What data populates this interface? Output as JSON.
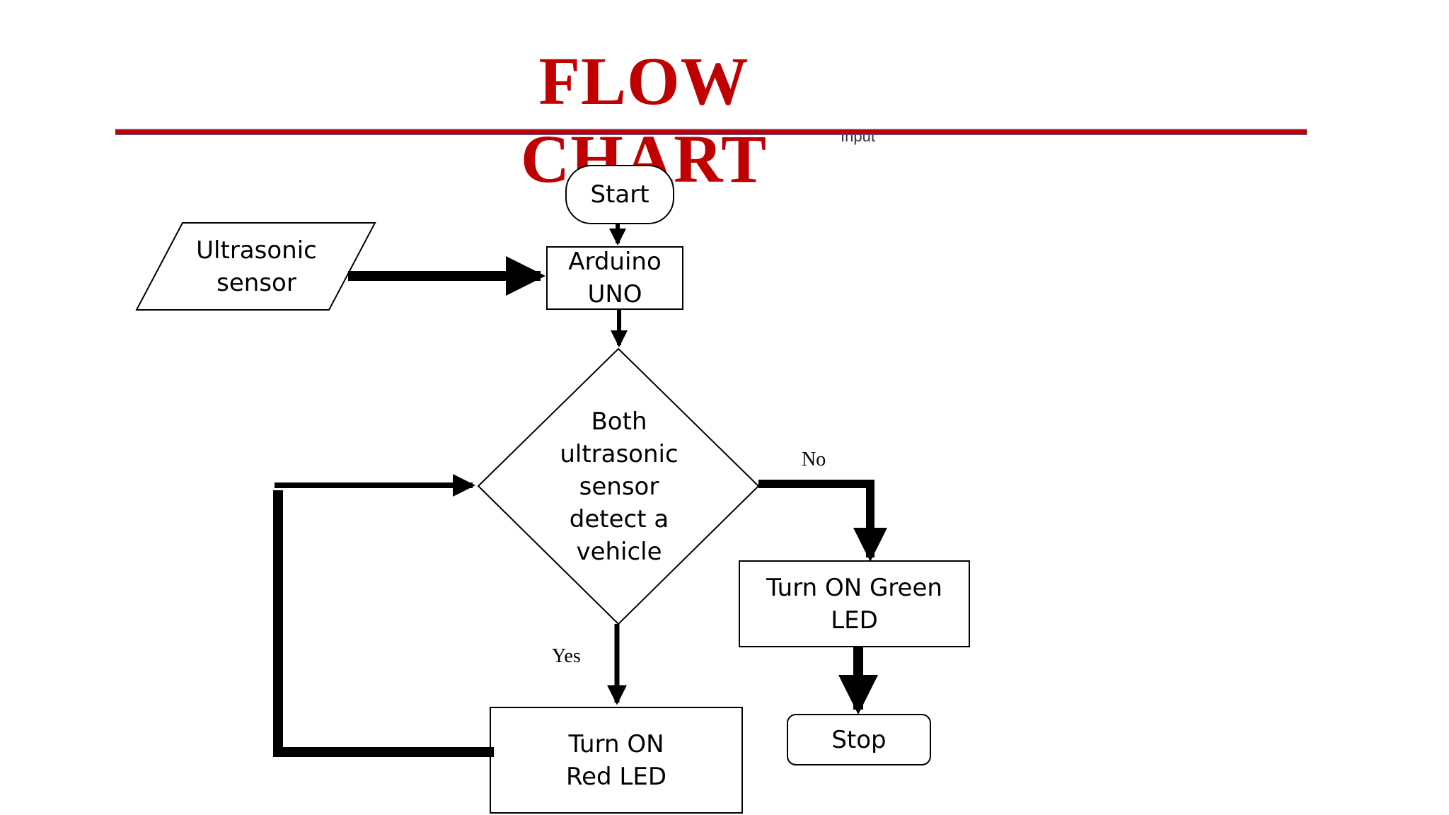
{
  "page": {
    "title": "FLOW CHART",
    "overlapped_text": "Input",
    "title_color": "#c00000",
    "rule_color": "#c00000",
    "rule_border_color": "#4472c4"
  },
  "diagram": {
    "nodes": [
      {
        "id": "start",
        "shape": "terminator",
        "label": "Start"
      },
      {
        "id": "sensor",
        "shape": "parallelogram",
        "label": "Ultrasonic\nsensor"
      },
      {
        "id": "arduino",
        "shape": "process",
        "label": "Arduino\nUNO"
      },
      {
        "id": "decision",
        "shape": "decision",
        "label": "Both\nultrasonic\nsensor\ndetect a\nvehicle"
      },
      {
        "id": "green",
        "shape": "process",
        "label": "Turn ON Green\nLED"
      },
      {
        "id": "stop",
        "shape": "terminator",
        "label": "Stop"
      },
      {
        "id": "red",
        "shape": "process",
        "label": "Turn ON\nRed LED"
      }
    ],
    "edges": [
      {
        "from": "start",
        "to": "arduino",
        "label": ""
      },
      {
        "from": "sensor",
        "to": "arduino",
        "label": ""
      },
      {
        "from": "arduino",
        "to": "decision",
        "label": ""
      },
      {
        "from": "decision",
        "to": "green",
        "label": "No"
      },
      {
        "from": "decision",
        "to": "red",
        "label": "Yes"
      },
      {
        "from": "green",
        "to": "stop",
        "label": ""
      },
      {
        "from": "red",
        "to": "decision",
        "label": ""
      }
    ],
    "labels": {
      "yes": "Yes",
      "no": "No"
    }
  }
}
